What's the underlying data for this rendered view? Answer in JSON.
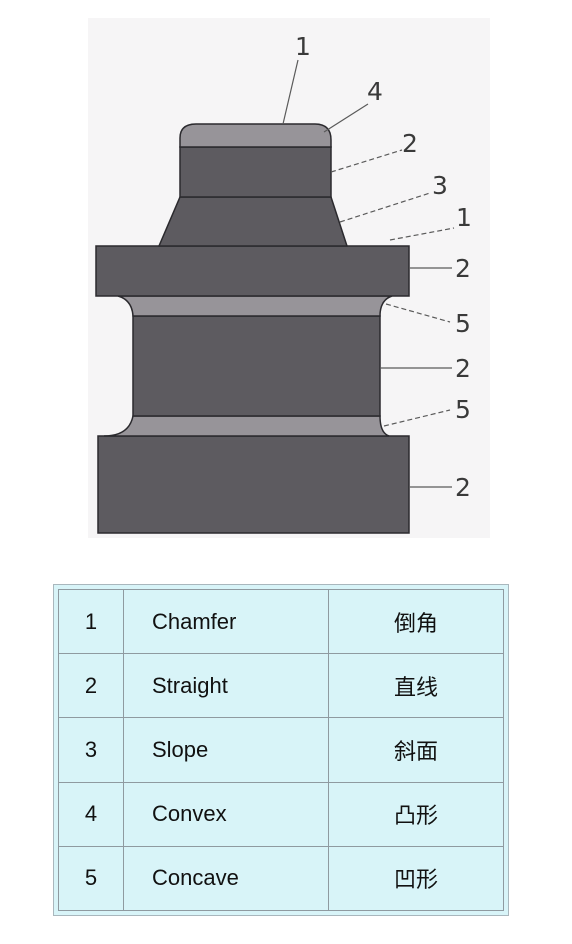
{
  "diagram": {
    "callouts": [
      {
        "id": "c1-top",
        "label": "1"
      },
      {
        "id": "c4",
        "label": "4"
      },
      {
        "id": "c2-upper",
        "label": "2"
      },
      {
        "id": "c3",
        "label": "3"
      },
      {
        "id": "c1-lower",
        "label": "1"
      },
      {
        "id": "c2-flange",
        "label": "2"
      },
      {
        "id": "c5-upper",
        "label": "5"
      },
      {
        "id": "c2-mid",
        "label": "2"
      },
      {
        "id": "c5-lower",
        "label": "5"
      },
      {
        "id": "c2-base",
        "label": "2"
      }
    ],
    "colors": {
      "body_dark": "#5d5b60",
      "body_light": "#979499",
      "outline": "#2b2a2e",
      "leader": "#5a5a5a"
    }
  },
  "legend": {
    "rows": [
      {
        "num": "1",
        "en": "Chamfer",
        "zh": "倒角"
      },
      {
        "num": "2",
        "en": "Straight",
        "zh": "直线"
      },
      {
        "num": "3",
        "en": "Slope",
        "zh": "斜面"
      },
      {
        "num": "4",
        "en": "Convex",
        "zh": "凸形"
      },
      {
        "num": "5",
        "en": "Concave",
        "zh": "凹形"
      }
    ],
    "colors": {
      "background": "#d8f4f8",
      "grid": "#8f9aa0"
    }
  }
}
